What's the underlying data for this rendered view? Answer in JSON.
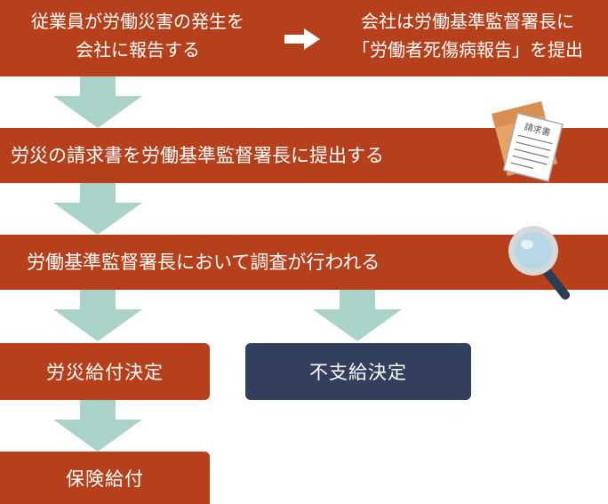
{
  "step1": {
    "left_line1": "従業員が労働災害の発生を",
    "left_line2": "会社に報告する",
    "right_line1": "会社は労働基準監督署長に",
    "right_line2": "「労働者死傷病報告」を提出"
  },
  "step2": {
    "label": "労災の請求書を労働基準監督署長に提出する"
  },
  "step3": {
    "label": "労働基準監督署長において調査が行われる"
  },
  "outcome_approved": {
    "label": "労災給付決定"
  },
  "outcome_denied": {
    "label": "不支給決定"
  },
  "step_final": {
    "label": "保険給付"
  },
  "document_icon": {
    "title": "請求書"
  },
  "colors": {
    "bar": "#b5401b",
    "denied_box": "#323f5f",
    "arrow": "#a9d3c8"
  }
}
